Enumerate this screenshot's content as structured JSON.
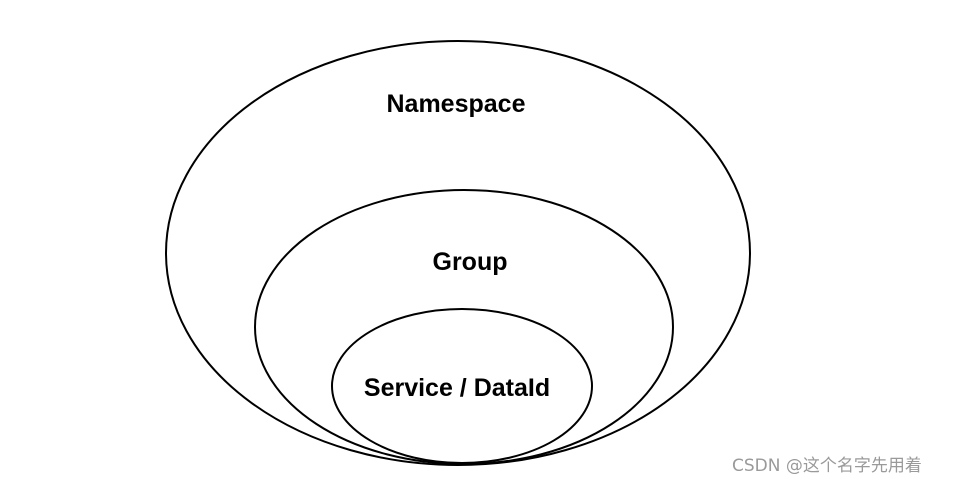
{
  "diagram": {
    "outer_label": "Namespace",
    "middle_label": "Group",
    "inner_label": "Service / DataId",
    "stroke_color": "#000000",
    "text_color": "#000000"
  },
  "watermark": {
    "text": "CSDN @这个名字先用着",
    "color": "#9a9a9a"
  }
}
